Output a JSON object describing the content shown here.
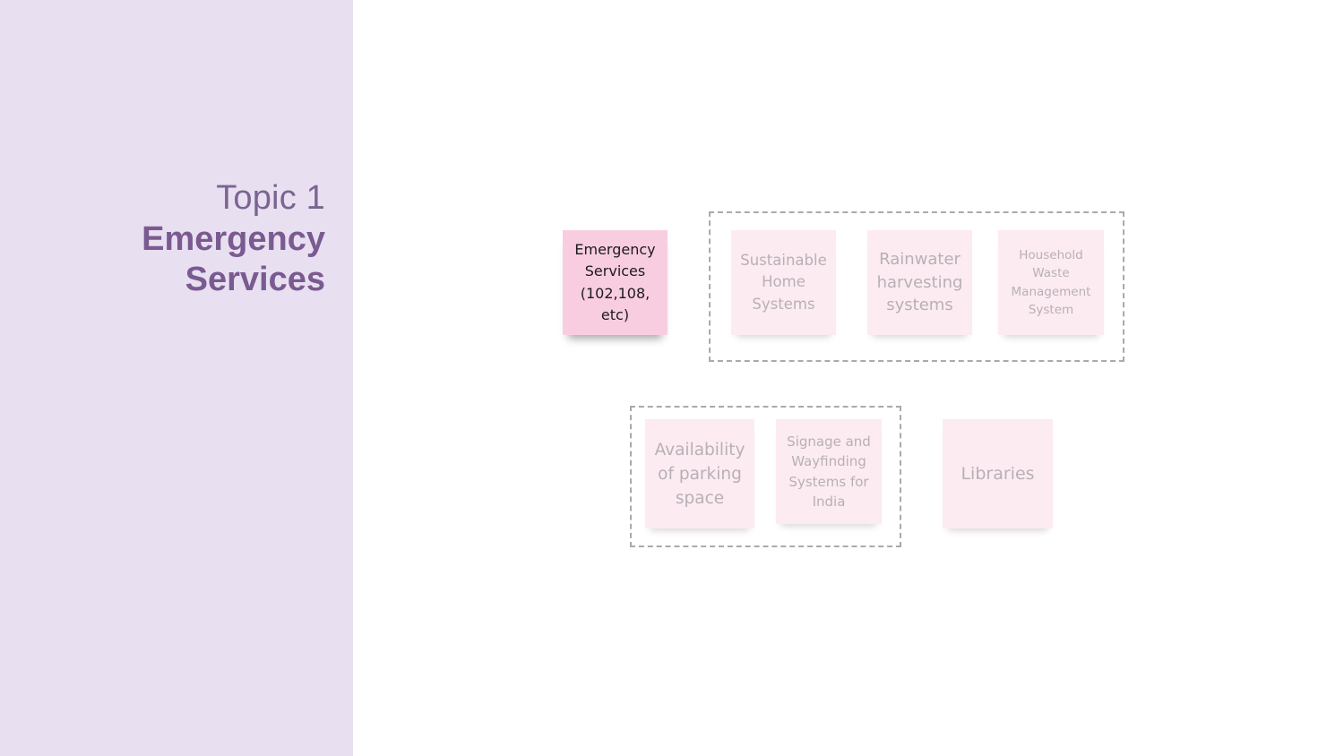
{
  "sidebar": {
    "topic_label": "Topic 1",
    "topic_title": "Emergency\nServices",
    "background": "#e8e0f1",
    "text_color": "#7a5a91"
  },
  "notes": {
    "emergency": "Emergency\nServices\n(102,108,\netc)",
    "sustainable": "Sustainable\nHome\nSystems",
    "rainwater": "Rainwater\nharvesting\nsystems",
    "household": "Household\nWaste\nManagement\nSystem",
    "parking": "Availability\nof parking\nspace",
    "signage": "Signage and\nWayfinding\nSystems for\nIndia",
    "libraries": "Libraries"
  },
  "colors": {
    "note_active": "#f9cde0",
    "note_faded": "#fdebf2",
    "group_border": "#aaaaaa"
  }
}
